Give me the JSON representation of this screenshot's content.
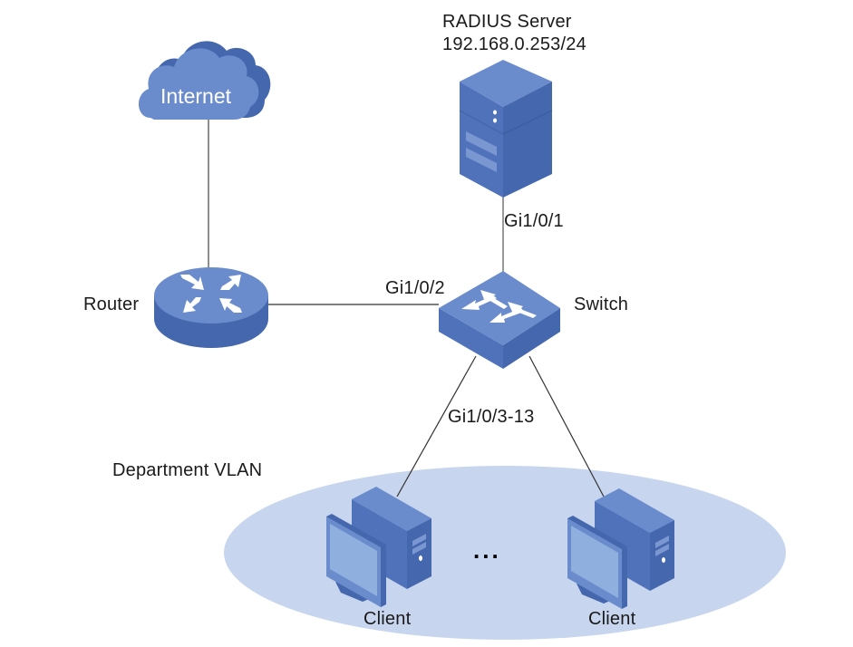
{
  "diagram": {
    "type": "network-topology",
    "colors": {
      "device_top": "#6b8ccc",
      "device_front": "#4f72bb",
      "device_side": "#4467ad",
      "vlan_fill": "#c7d5ee",
      "monitor_screen": "#8fb0df",
      "link": "#333333",
      "background": "#ffffff"
    },
    "nodes": {
      "internet": {
        "label": "Internet",
        "icon": "cloud-icon"
      },
      "radius_server": {
        "label": "RADIUS Server",
        "address": "192.168.0.253/24",
        "icon": "server-icon"
      },
      "router": {
        "label": "Router",
        "icon": "router-icon"
      },
      "switch": {
        "label": "Switch",
        "icon": "switch-icon"
      },
      "vlan": {
        "label": "Department VLAN"
      },
      "clients": [
        {
          "label": "Client",
          "icon": "desktop-computer-icon"
        },
        {
          "label": "Client",
          "icon": "desktop-computer-icon"
        }
      ],
      "ellipsis": "..."
    },
    "links": [
      {
        "from": "internet",
        "to": "router",
        "port": ""
      },
      {
        "from": "radius_server",
        "to": "switch",
        "port": "Gi1/0/1"
      },
      {
        "from": "router",
        "to": "switch",
        "port": "Gi1/0/2"
      },
      {
        "from": "switch",
        "to": "clients",
        "port": "Gi1/0/3-13"
      }
    ],
    "port_labels": {
      "server_port": "Gi1/0/1",
      "router_port": "Gi1/0/2",
      "client_ports": "Gi1/0/3-13"
    }
  }
}
